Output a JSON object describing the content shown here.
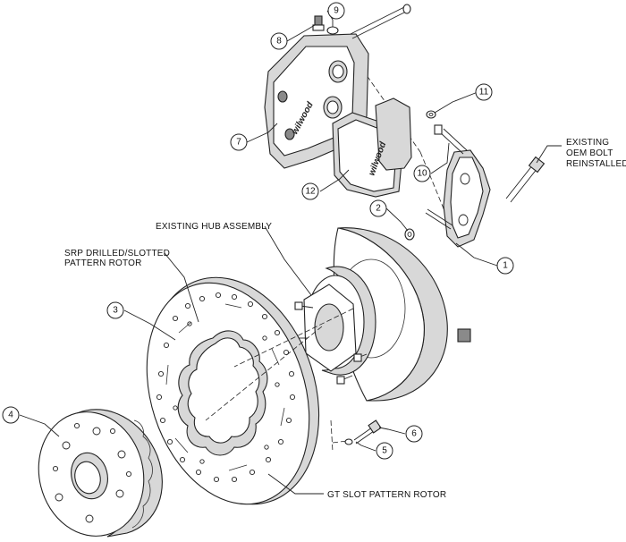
{
  "callouts": {
    "c1": "1",
    "c2": "2",
    "c3": "3",
    "c4": "4",
    "c5": "5",
    "c6": "6",
    "c7": "7",
    "c8": "8",
    "c9": "9",
    "c10": "10",
    "c11": "11",
    "c12": "12"
  },
  "labels": {
    "existing_oem_bolt": [
      "EXISTING",
      "OEM BOLT",
      "REINSTALLED"
    ],
    "existing_hub_assembly": "EXISTING HUB ASSEMBLY",
    "srp_rotor": [
      "SRP DRILLED/SLOTTED",
      "PATTERN ROTOR"
    ],
    "gt_slot_rotor": "GT SLOT PATTERN ROTOR"
  },
  "logos": {
    "caliper_logo": "wilwood",
    "pad_logo": "wilwood"
  }
}
